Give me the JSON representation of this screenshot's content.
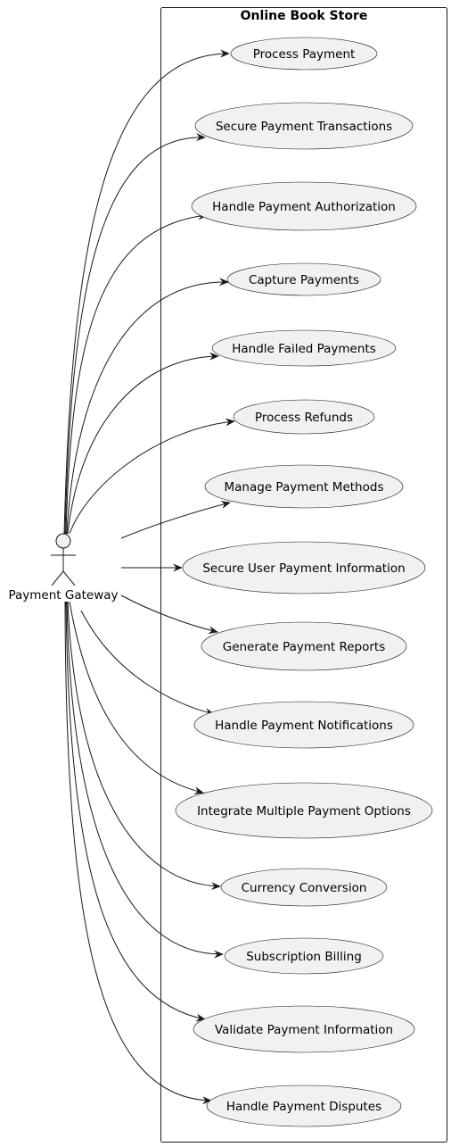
{
  "system": {
    "title": "Online Book Store"
  },
  "actor": {
    "name": "Payment Gateway"
  },
  "use_cases": [
    {
      "label": "Process Payment"
    },
    {
      "label": "Secure Payment Transactions"
    },
    {
      "label": "Handle Payment Authorization"
    },
    {
      "label": "Capture Payments"
    },
    {
      "label": "Handle Failed Payments"
    },
    {
      "label": "Process Refunds"
    },
    {
      "label": "Manage Payment Methods"
    },
    {
      "label": "Secure User Payment Information"
    },
    {
      "label": "Generate Payment Reports"
    },
    {
      "label": "Handle Payment Notifications"
    },
    {
      "label": "Integrate Multiple Payment Options"
    },
    {
      "label": "Currency Conversion"
    },
    {
      "label": "Subscription Billing"
    },
    {
      "label": "Validate Payment Information"
    },
    {
      "label": "Handle Payment Disputes"
    }
  ],
  "colors": {
    "usecase_fill": "#f1f1f1",
    "stroke": "#181818",
    "background": "#ffffff"
  }
}
